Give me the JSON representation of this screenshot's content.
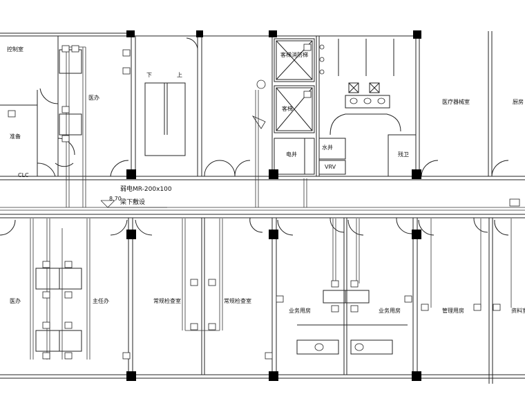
{
  "rooms": {
    "control_room": "控制室",
    "doctor_office_upper": "医办",
    "stairs_down": "下",
    "stairs_up": "上",
    "passenger_fire_elevator": "客梯消防梯",
    "passenger_elevator": "客梯",
    "medical_equipment_room": "医疗器械室",
    "kitchen": "厨房",
    "electrical_shaft": "电井",
    "water_shaft": "水井",
    "vrv": "VRV",
    "toilet": "残卫",
    "backup": "准备",
    "doctor_office_lower": "医办",
    "director_office": "主任办",
    "regular_exam_room_1": "常规检查室",
    "regular_exam_room_2": "常规检查室",
    "business_ward_1": "业务用房",
    "business_ward_2": "业务用房",
    "management_room": "管理用房",
    "data_room": "资料室"
  },
  "annotations": {
    "cable_tray": "弱电MR-200x100",
    "elevation": "8.70",
    "beam_note": "梁下敷设",
    "clc": "CLC"
  }
}
